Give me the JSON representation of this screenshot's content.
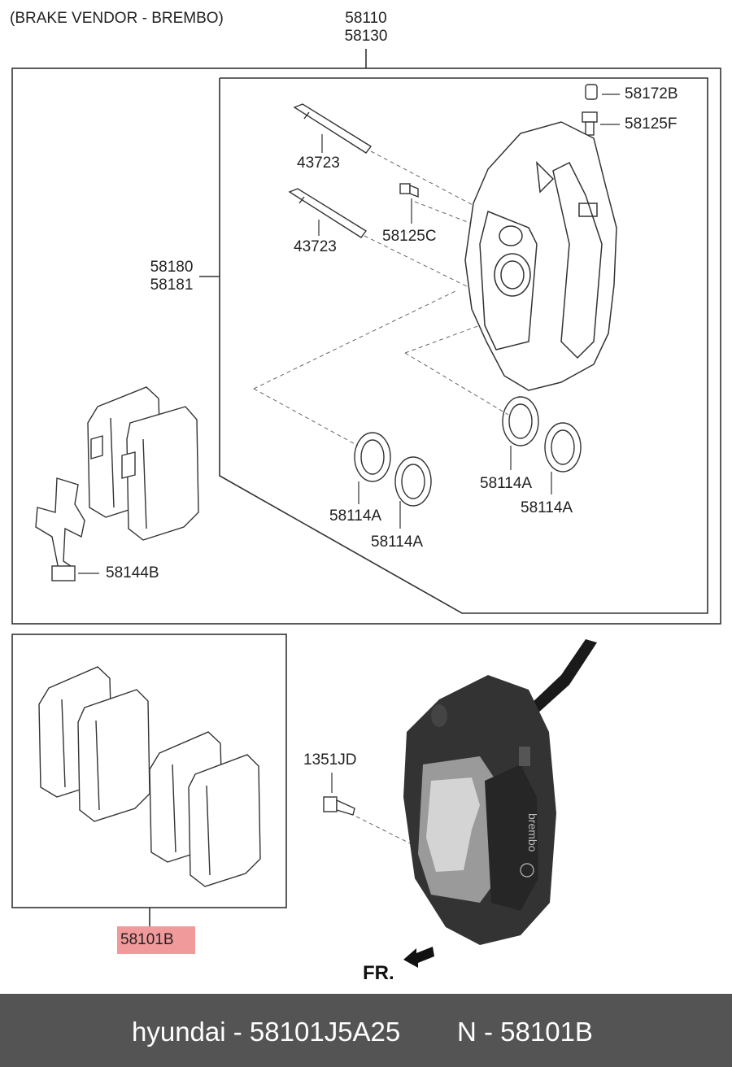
{
  "header": {
    "vendor_note": "(BRAKE VENDOR - BREMBO)"
  },
  "callouts": {
    "assembly_top": "58110",
    "assembly_bottom": "58130",
    "caliper_upper": "58180",
    "caliper_lower": "58181",
    "pin_upper": "43723",
    "pin_lower": "43723",
    "cap": "58172B",
    "bleeder": "58125F",
    "bolt": "58125C",
    "seal_1": "58114A",
    "seal_2": "58114A",
    "seal_3": "58114A",
    "seal_4": "58114A",
    "spring": "58144B",
    "mount_bolt": "1351JD",
    "pad_kit": "58101B"
  },
  "direction": {
    "label": "FR."
  },
  "footer": {
    "left_text": "hyundai - 58101J5A25",
    "right_text": "N - 58101B"
  },
  "colors": {
    "highlight": "#f19a9c",
    "footer_bg": "#545454",
    "caliper_body": "#333333"
  }
}
